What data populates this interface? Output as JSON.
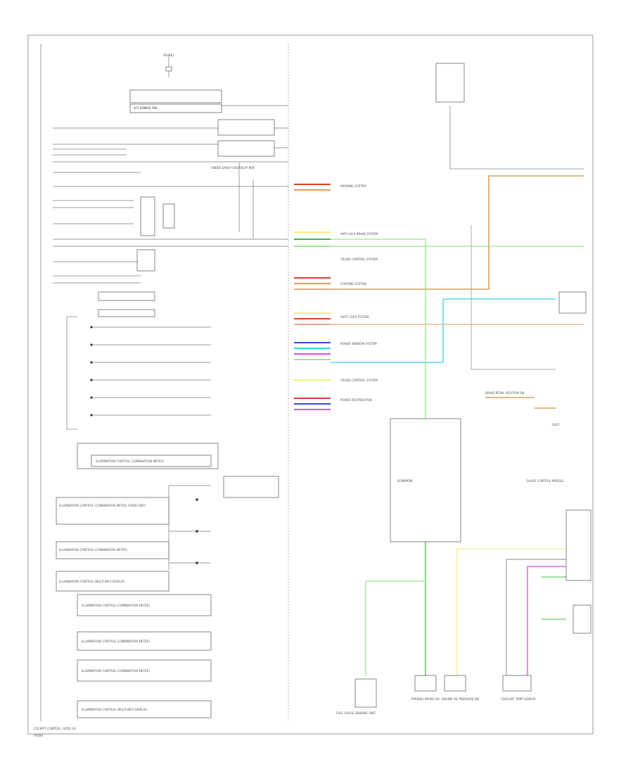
{
  "diagram": {
    "header_left": "(FUSE)",
    "footer_label": "COCKPIT CONTROL / BODY (A)",
    "page_tag": "FRONT",
    "left_boxes": [
      "A/T RANGE SW",
      "ILLUMINATION CONTROL (COMBINATION METER)",
      "ILLUMINATION CONTROL (COMBINATION METER, AUDIO UNIT)",
      "ILLUMINATION CONTROL (COMBINATION METER)",
      "ILLUMINATION CONTROL (MULTI-INFO DISPLAY)",
      "ILLUMINATION CONTROL (COMBINATION METER)",
      "ILLUMINATION CONTROL (COMBINATION METER)",
      "ILLUMINATION CONTROL (COMBINATION METER)",
      "ILLUMINATION CONTROL (MULTI-INFO DISPLAY)"
    ],
    "right_labels": [
      "WARNING SYSTEM",
      "ANTI-LOCK BRAKE SYSTEM",
      "CRUISE CONTROL SYSTEM",
      "STARTING SYSTEM",
      "SHIFT LOCK SYSTEM",
      "POWER WINDOW SYSTEM",
      "CRUISE CONTROL SYSTEM",
      "POWER DISTRIBUTION"
    ],
    "component_labels": [
      "ECM/PCM",
      "GAUGE CONTROL MODULE",
      "BRAKE PEDAL POSITION SW",
      "PARKING BRAKE SW",
      "ENGINE OIL PRESSURE SW",
      "FUEL GAUGE SENDING UNIT",
      "COOLANT TEMP SENSOR"
    ],
    "ground_label": "G401",
    "junction_label": "UNDER-DASH FUSE/RELAY BOX"
  },
  "colors": {
    "green": "#39c23a",
    "light_green": "#9be68e",
    "orange": "#d7a15a",
    "cyan": "#3ad0e0",
    "salmon": "#f2a884",
    "yellow": "#f3ef7a",
    "magenta": "#e14be0",
    "red": "#e23a3a",
    "blue": "#3a4be2",
    "gray": "#8a8a8a"
  }
}
